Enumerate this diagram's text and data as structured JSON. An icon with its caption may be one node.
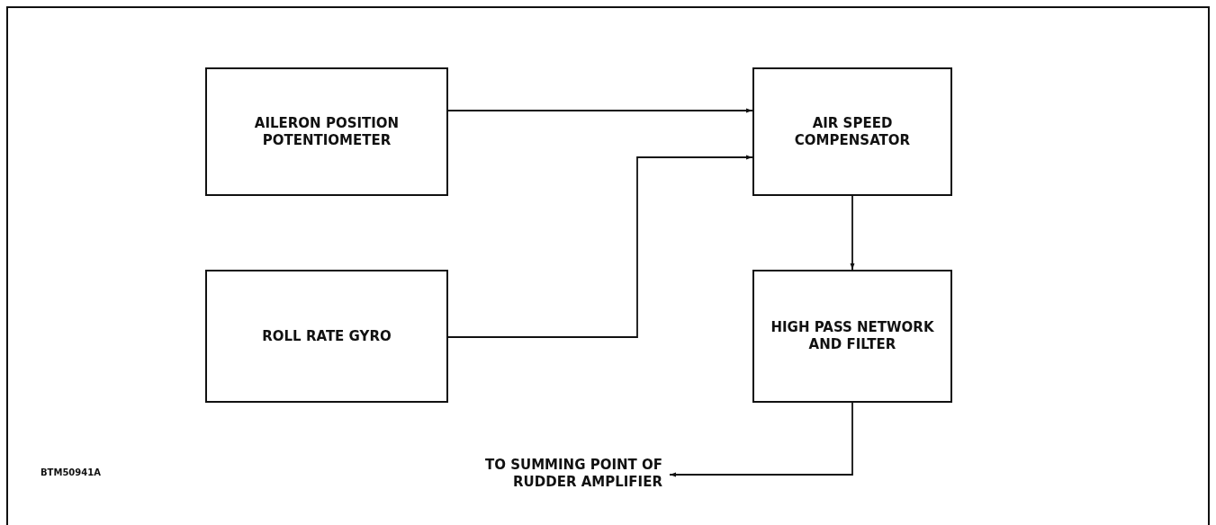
{
  "diagram": {
    "nodes": [
      {
        "text": [
          "AILERON POSITION POTENTIOMETER"
        ]
      },
      {
        "text": [
          "AIR SPEED COMPENSATOR"
        ]
      },
      {
        "text": [
          "ROLL RATE GYRO"
        ]
      },
      {
        "text": [
          "HIGH PASS NETWORK AND FILTER"
        ]
      },
      {
        "text": [
          "TO SUMMING POINT OF RUDDER AMPLIFIER"
        ]
      }
    ],
    "edges": [
      {
        "from": 0,
        "to": 1,
        "arrow": "to"
      },
      {
        "from": 2,
        "to": 1,
        "arrow": "to"
      },
      {
        "from": 1,
        "to": 3,
        "arrow": "to"
      },
      {
        "from": 3,
        "to": 4,
        "arrow": "to"
      }
    ],
    "labels": [
      "BTM50941A"
    ]
  }
}
